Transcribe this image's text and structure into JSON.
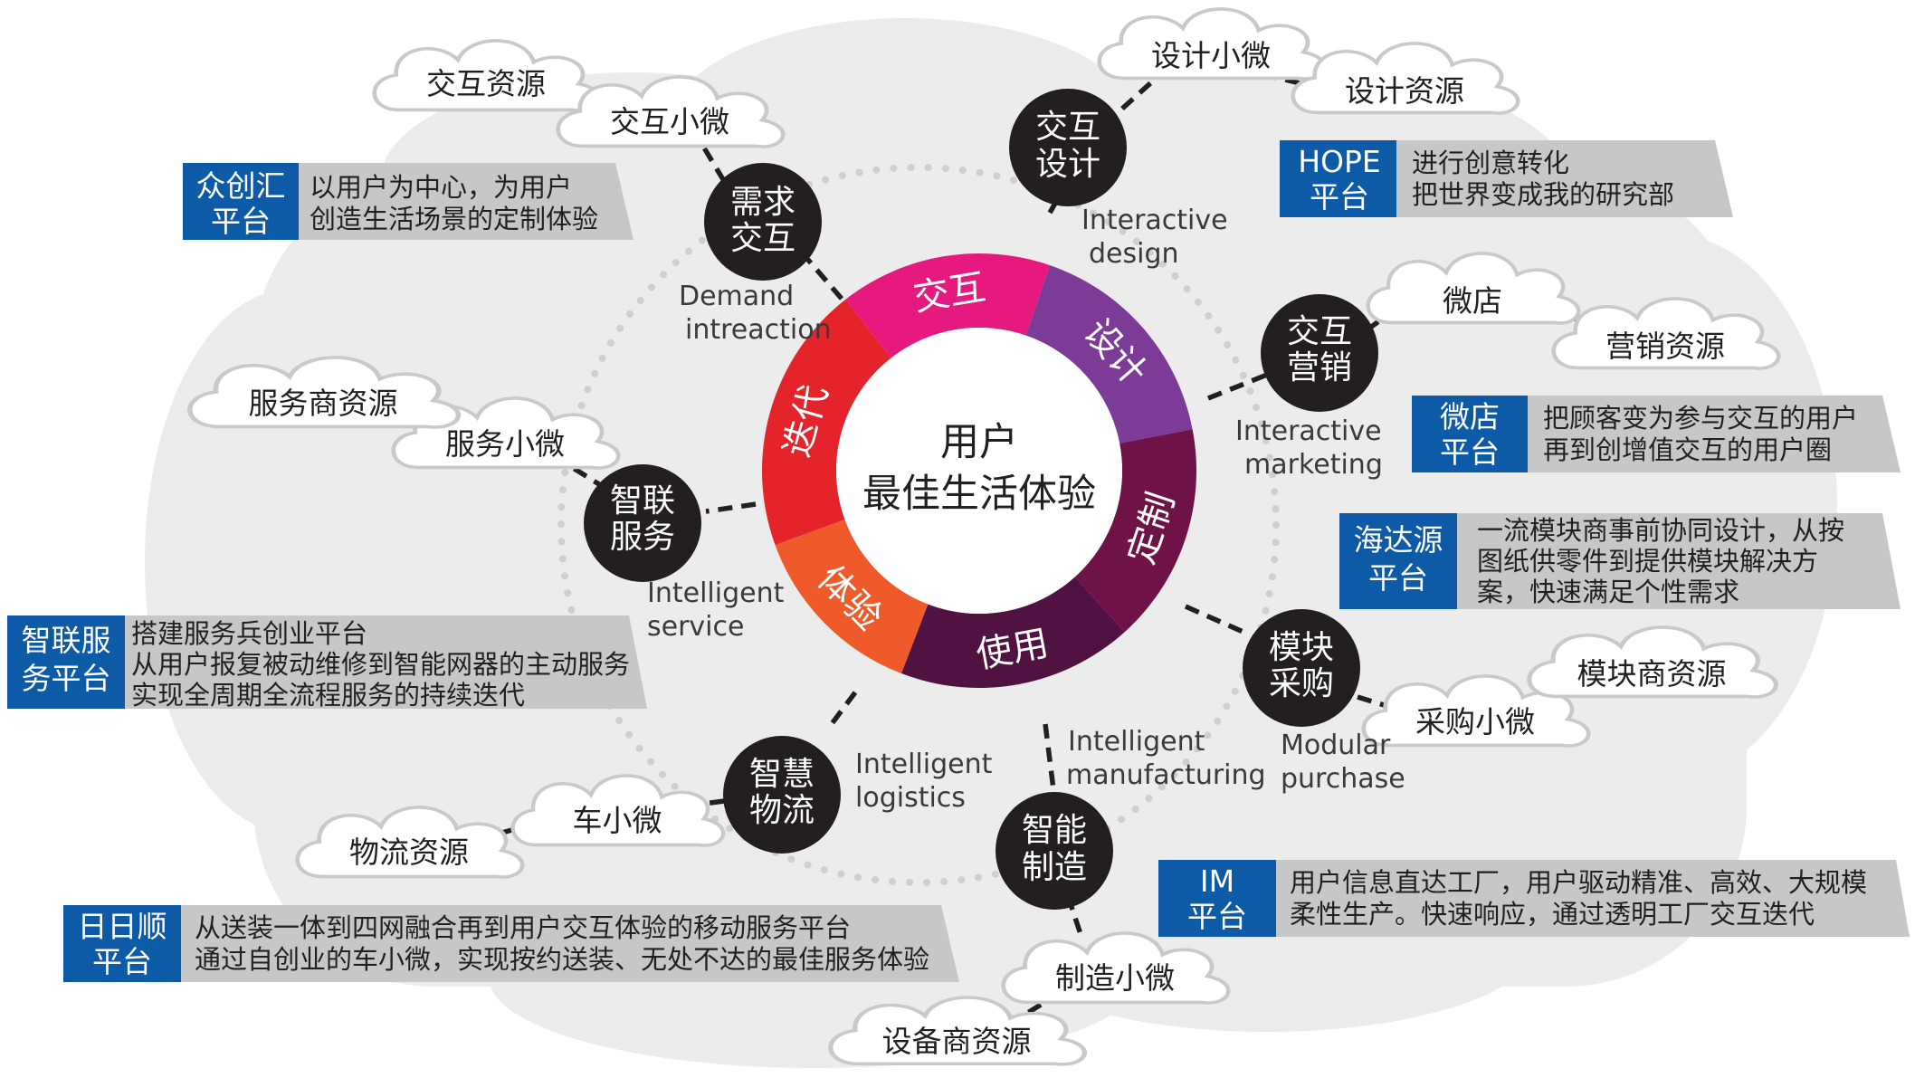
{
  "center": {
    "line1": "用户",
    "line2": "最佳生活体验"
  },
  "ring_segments": [
    {
      "label": "交互",
      "color": "#e6197e"
    },
    {
      "label": "设计",
      "color": "#7b3b96"
    },
    {
      "label": "定制",
      "color": "#6e1248"
    },
    {
      "label": "使用",
      "color": "#4f1241"
    },
    {
      "label": "体验",
      "color": "#ee5a2a"
    },
    {
      "label": "迭代",
      "color": "#e4232a"
    }
  ],
  "nodes": [
    {
      "line1": "需求",
      "line2": "交互",
      "eng1": "Demand",
      "eng2": "intreaction"
    },
    {
      "line1": "交互",
      "line2": "设计",
      "eng1": "Interactive",
      "eng2": "design"
    },
    {
      "line1": "交互",
      "line2": "营销",
      "eng1": "Interactive",
      "eng2": "marketing"
    },
    {
      "line1": "模块",
      "line2": "采购",
      "eng1": "Modular",
      "eng2": "purchase"
    },
    {
      "line1": "智能",
      "line2": "制造",
      "eng1": "Intelligent",
      "eng2": "manufacturing"
    },
    {
      "line1": "智慧",
      "line2": "物流",
      "eng1": "Intelligent",
      "eng2": "logistics"
    },
    {
      "line1": "智联",
      "line2": "服务",
      "eng1": "Intelligent",
      "eng2": "service"
    }
  ],
  "clouds": {
    "c1": "交互资源",
    "c2": "交互小微",
    "c3": "设计小微",
    "c4": "设计资源",
    "c5": "微店",
    "c6": "营销资源",
    "c7": "采购小微",
    "c8": "模块商资源",
    "c9": "制造小微",
    "c10": "设备商资源",
    "c11": "车小微",
    "c12": "物流资源",
    "c13": "服务小微",
    "c14": "服务商资源"
  },
  "platforms": {
    "zhongchuanghui": {
      "name1": "众创汇",
      "name2": "平台",
      "desc": [
        "以用户为中心，为用户",
        "创造生活场景的定制体验"
      ]
    },
    "hope": {
      "name1": "HOPE",
      "name2": "平台",
      "desc": [
        "进行创意转化",
        "把世界变成我的研究部"
      ]
    },
    "weidian": {
      "name1": "微店",
      "name2": "平台",
      "desc": [
        "把顾客变为参与交互的用户",
        "再到创增值交互的用户圈"
      ]
    },
    "haidayuan": {
      "name1": "海达源",
      "name2": "平台",
      "desc": [
        "一流模块商事前协同设计，从按",
        "图纸供零件到提供模块解决方",
        "案，快速满足个性需求"
      ]
    },
    "zhilian": {
      "name1": "智联服",
      "name2": "务平台",
      "desc": [
        "搭建服务兵创业平台",
        "从用户报复被动维修到智能网器的主动服务",
        "实现全周期全流程服务的持续迭代"
      ]
    },
    "im": {
      "name1": "IM",
      "name2": "平台",
      "desc": [
        "用户信息直达工厂，用户驱动精准、高效、大规模",
        "柔性生产。快速响应，通过透明工厂交互迭代"
      ]
    },
    "ririshun": {
      "name1": "日日顺",
      "name2": "平台",
      "desc": [
        "从送装一体到四网融合再到用户交互体验的移动服务平台",
        "通过自创业的车小微，实现按约送装、无处不达的最佳服务体验"
      ]
    }
  }
}
